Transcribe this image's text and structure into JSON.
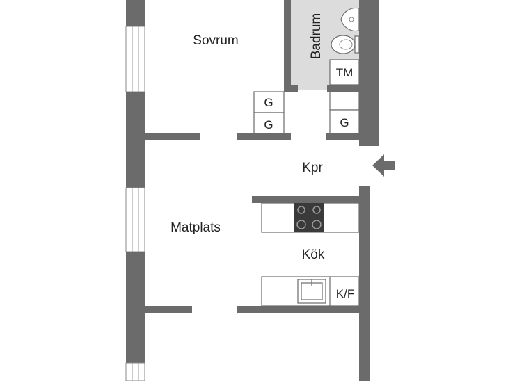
{
  "colors": {
    "wall": "#6b6b6b",
    "bathroom_floor": "#dcdcdc",
    "background": "#ffffff",
    "text": "#222222"
  },
  "rooms": {
    "sovrum": "Sovrum",
    "badrum": "Badrum",
    "kpr": "Kpr",
    "matplats": "Matplats",
    "kok": "Kök"
  },
  "fixtures": {
    "tm": "TM",
    "g1": "G",
    "g2": "G",
    "g3": "G",
    "kf": "K/F"
  },
  "icons": {
    "entrance": "entrance-arrow-icon",
    "stove": "stove-icon",
    "sink": "sink-icon",
    "toilet": "toilet-icon",
    "washbasin": "washbasin-icon"
  }
}
